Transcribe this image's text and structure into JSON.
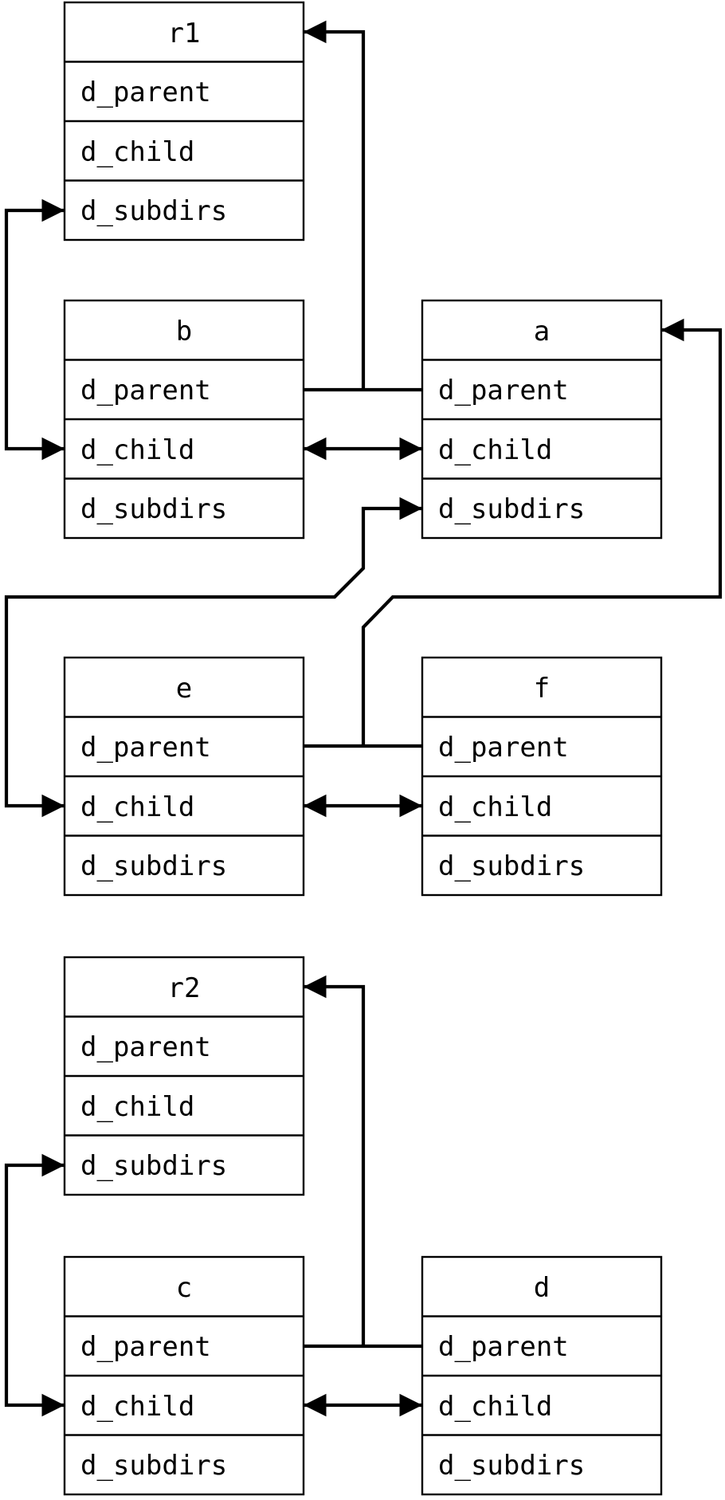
{
  "boxes": [
    {
      "id": "r1",
      "title": "r1",
      "fields": [
        "d_parent",
        "d_child",
        "d_subdirs"
      ]
    },
    {
      "id": "b",
      "title": "b",
      "fields": [
        "d_parent",
        "d_child",
        "d_subdirs"
      ]
    },
    {
      "id": "a",
      "title": "a",
      "fields": [
        "d_parent",
        "d_child",
        "d_subdirs"
      ]
    },
    {
      "id": "e",
      "title": "e",
      "fields": [
        "d_parent",
        "d_child",
        "d_subdirs"
      ]
    },
    {
      "id": "f",
      "title": "f",
      "fields": [
        "d_parent",
        "d_child",
        "d_subdirs"
      ]
    },
    {
      "id": "r2",
      "title": "r2",
      "fields": [
        "d_parent",
        "d_child",
        "d_subdirs"
      ]
    },
    {
      "id": "c",
      "title": "c",
      "fields": [
        "d_parent",
        "d_child",
        "d_subdirs"
      ]
    },
    {
      "id": "d",
      "title": "d",
      "fields": [
        "d_parent",
        "d_child",
        "d_subdirs"
      ]
    }
  ]
}
